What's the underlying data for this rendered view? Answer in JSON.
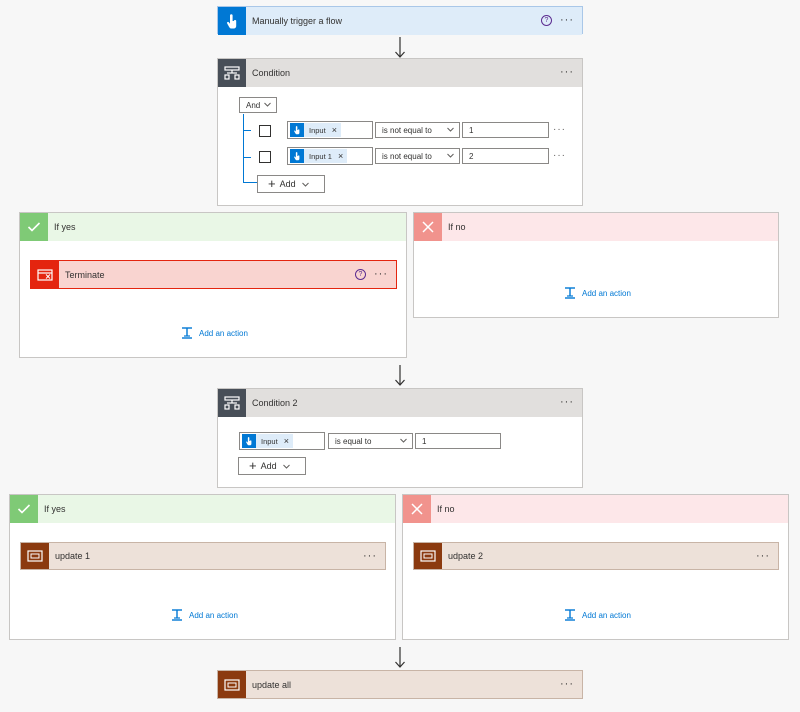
{
  "trigger": {
    "title": "Manually trigger a flow",
    "help": "?",
    "more": "···"
  },
  "condition1": {
    "title": "Condition",
    "more": "···",
    "group_operator": "And",
    "rows": [
      {
        "token": "Input",
        "operator": "is not equal to",
        "value": "1",
        "more": "···"
      },
      {
        "token": "Input 1",
        "operator": "is not equal to",
        "value": "2",
        "more": "···"
      }
    ],
    "add_label": "Add"
  },
  "branch1_yes": {
    "label": "If yes",
    "action": {
      "title": "Terminate",
      "help": "?",
      "more": "···"
    },
    "add_action": "Add an action"
  },
  "branch1_no": {
    "label": "If no",
    "add_action": "Add an action"
  },
  "condition2": {
    "title": "Condition 2",
    "more": "···",
    "row": {
      "token": "Input",
      "operator": "is equal to",
      "value": "1"
    },
    "add_label": "Add"
  },
  "branch2_yes": {
    "label": "If yes",
    "action": {
      "title": "update 1",
      "more": "···"
    },
    "add_action": "Add an action"
  },
  "branch2_no": {
    "label": "If no",
    "action": {
      "title": "udpate 2",
      "more": "···"
    },
    "add_action": "Add an action"
  },
  "final_action": {
    "title": "update all",
    "more": "···"
  },
  "colors": {
    "trigger_blue": "#0078d4",
    "condition_dark": "#484f58",
    "terminate_red": "#e4250f",
    "compose_brown": "#8b3a0f",
    "yes_green": "#7fca76",
    "no_red": "#f1938d"
  }
}
